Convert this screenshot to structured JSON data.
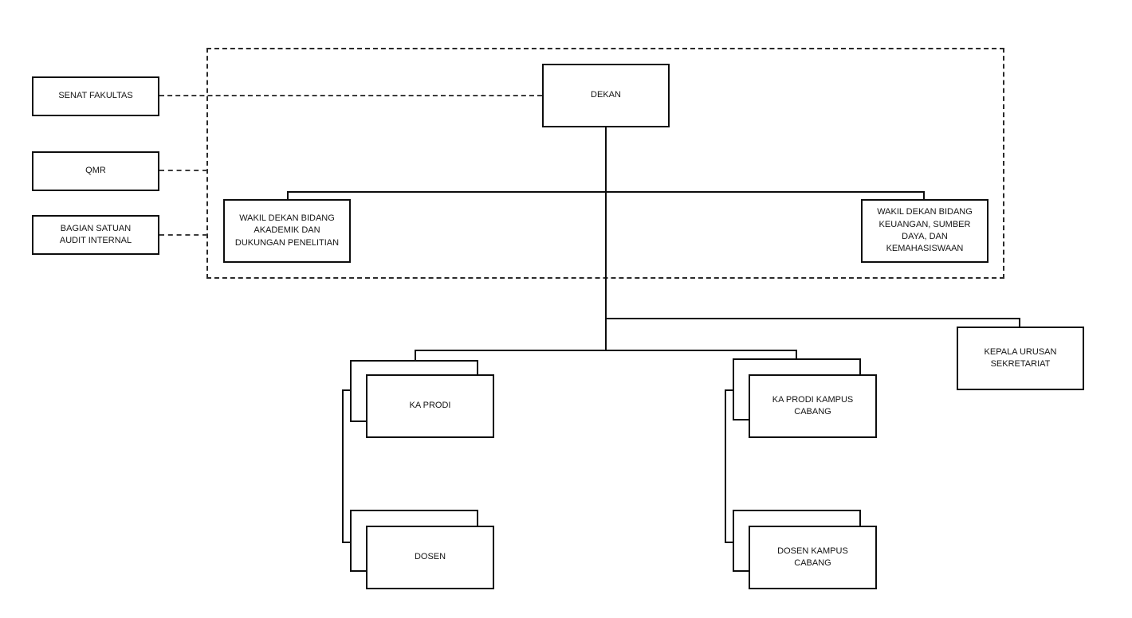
{
  "diagram": {
    "type": "org-chart",
    "background_color": "#ffffff",
    "line_color": "#0d0d0d",
    "text_color": "#141414",
    "nodes": {
      "senat_fakultas": {
        "label": "SENAT FAKULTAS"
      },
      "qmr": {
        "label": "QMR"
      },
      "bagian_satuan_audit_internal": {
        "label": "BAGIAN SATUAN\nAUDIT INTERNAL"
      },
      "dekan": {
        "label": "DEKAN"
      },
      "wakil_dekan_akademik": {
        "label": "WAKIL DEKAN BIDANG\nAKADEMIK DAN\nDUKUNGAN PENELITIAN"
      },
      "wakil_dekan_keuangan": {
        "label": "WAKIL DEKAN BIDANG\nKEUANGAN, SUMBER\nDAYA, DAN\nKEMAHASISWAAN"
      },
      "kepala_urusan_sekretariat": {
        "label": "KEPALA URUSAN\nSEKRETARIAT"
      },
      "ka_prodi": {
        "label": "KA PRODI",
        "stacked": true
      },
      "ka_prodi_kampus_cabang": {
        "label": "KA PRODI KAMPUS\nCABANG",
        "stacked": true
      },
      "dosen": {
        "label": "DOSEN",
        "stacked": true
      },
      "dosen_kampus_cabang": {
        "label": "DOSEN KAMPUS\nCABANG",
        "stacked": true
      }
    },
    "relations": {
      "dashed_links": [
        "SENAT FAKULTAS — DEKAN",
        "QMR — dashed region",
        "BAGIAN SATUAN AUDIT INTERNAL — dashed region"
      ],
      "solid_links": [
        "DEKAN — WAKIL DEKAN BIDANG AKADEMIK DAN DUKUNGAN PENELITIAN",
        "DEKAN — WAKIL DEKAN BIDANG KEUANGAN, SUMBER DAYA, DAN KEMAHASISWAAN",
        "DEKAN — KEPALA URUSAN SEKRETARIAT",
        "DEKAN — KA PRODI",
        "DEKAN — KA PRODI KAMPUS CABANG",
        "KA PRODI — DOSEN",
        "KA PRODI KAMPUS CABANG — DOSEN KAMPUS CABANG"
      ]
    }
  }
}
